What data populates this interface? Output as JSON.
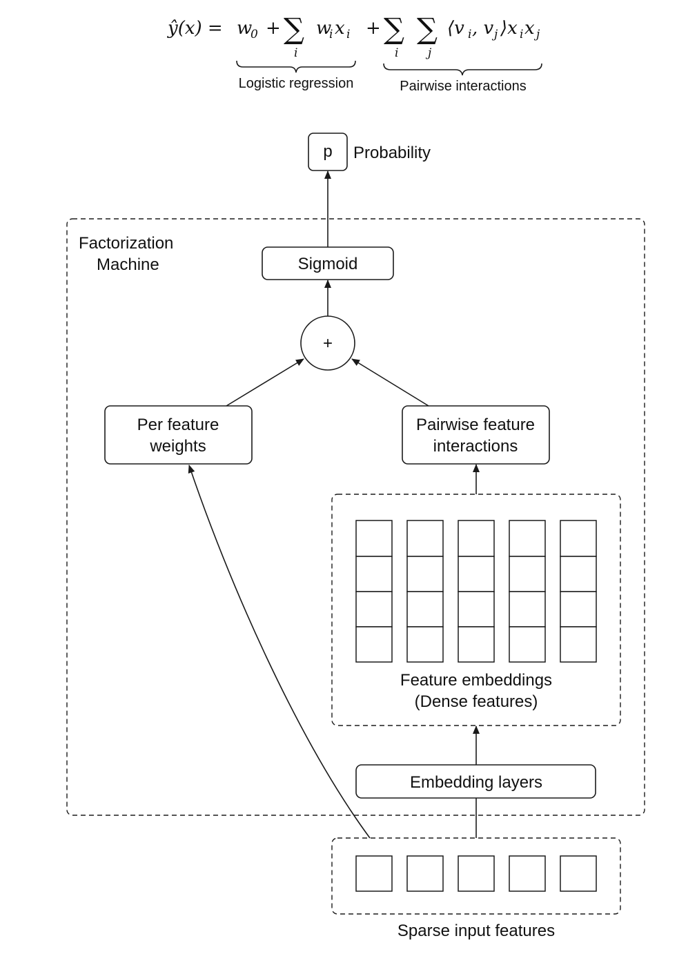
{
  "formula": {
    "lhs": "ŷ(x) =",
    "w0": "w",
    "w0_sub": "0",
    "plus_1": "+",
    "sum_1_index": "i",
    "linear_term": "w",
    "linear_term_sub": "i",
    "linear_x": "x",
    "linear_x_sub": "i",
    "plus_2": "+",
    "sum_2_index_i": "i",
    "sum_2_index_j": "j",
    "interaction_term": "⟨v",
    "interaction_sub_i": "i",
    "interaction_comma": ", v",
    "interaction_sub_j": "j",
    "interaction_close": "⟩x",
    "interaction_x_sub_i": "i",
    "interaction_x2": "x",
    "interaction_x2_sub": "j",
    "brace_label_logistic": "Logistic regression",
    "brace_label_pairwise": "Pairwise interactions"
  },
  "diagram": {
    "output_node": "p",
    "output_label": "Probability",
    "container_label_line1": "Factorization",
    "container_label_line2": "Machine",
    "sigmoid": "Sigmoid",
    "sum_node": "+",
    "per_feature_line1": "Per feature",
    "per_feature_line2": "weights",
    "pairwise_line1": "Pairwise feature",
    "pairwise_line2": "interactions",
    "embeddings_line1": "Feature embeddings",
    "embeddings_line2": "(Dense features)",
    "embedding_layers": "Embedding layers",
    "sparse_input": "Sparse input features"
  }
}
